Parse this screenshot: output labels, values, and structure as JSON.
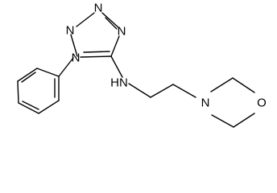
{
  "molecule": {
    "atoms": {
      "n1": "N",
      "n2": "N",
      "n3": "N",
      "n4": "N",
      "nh": "HN",
      "n_morph": "N",
      "o_morph": "O"
    }
  }
}
